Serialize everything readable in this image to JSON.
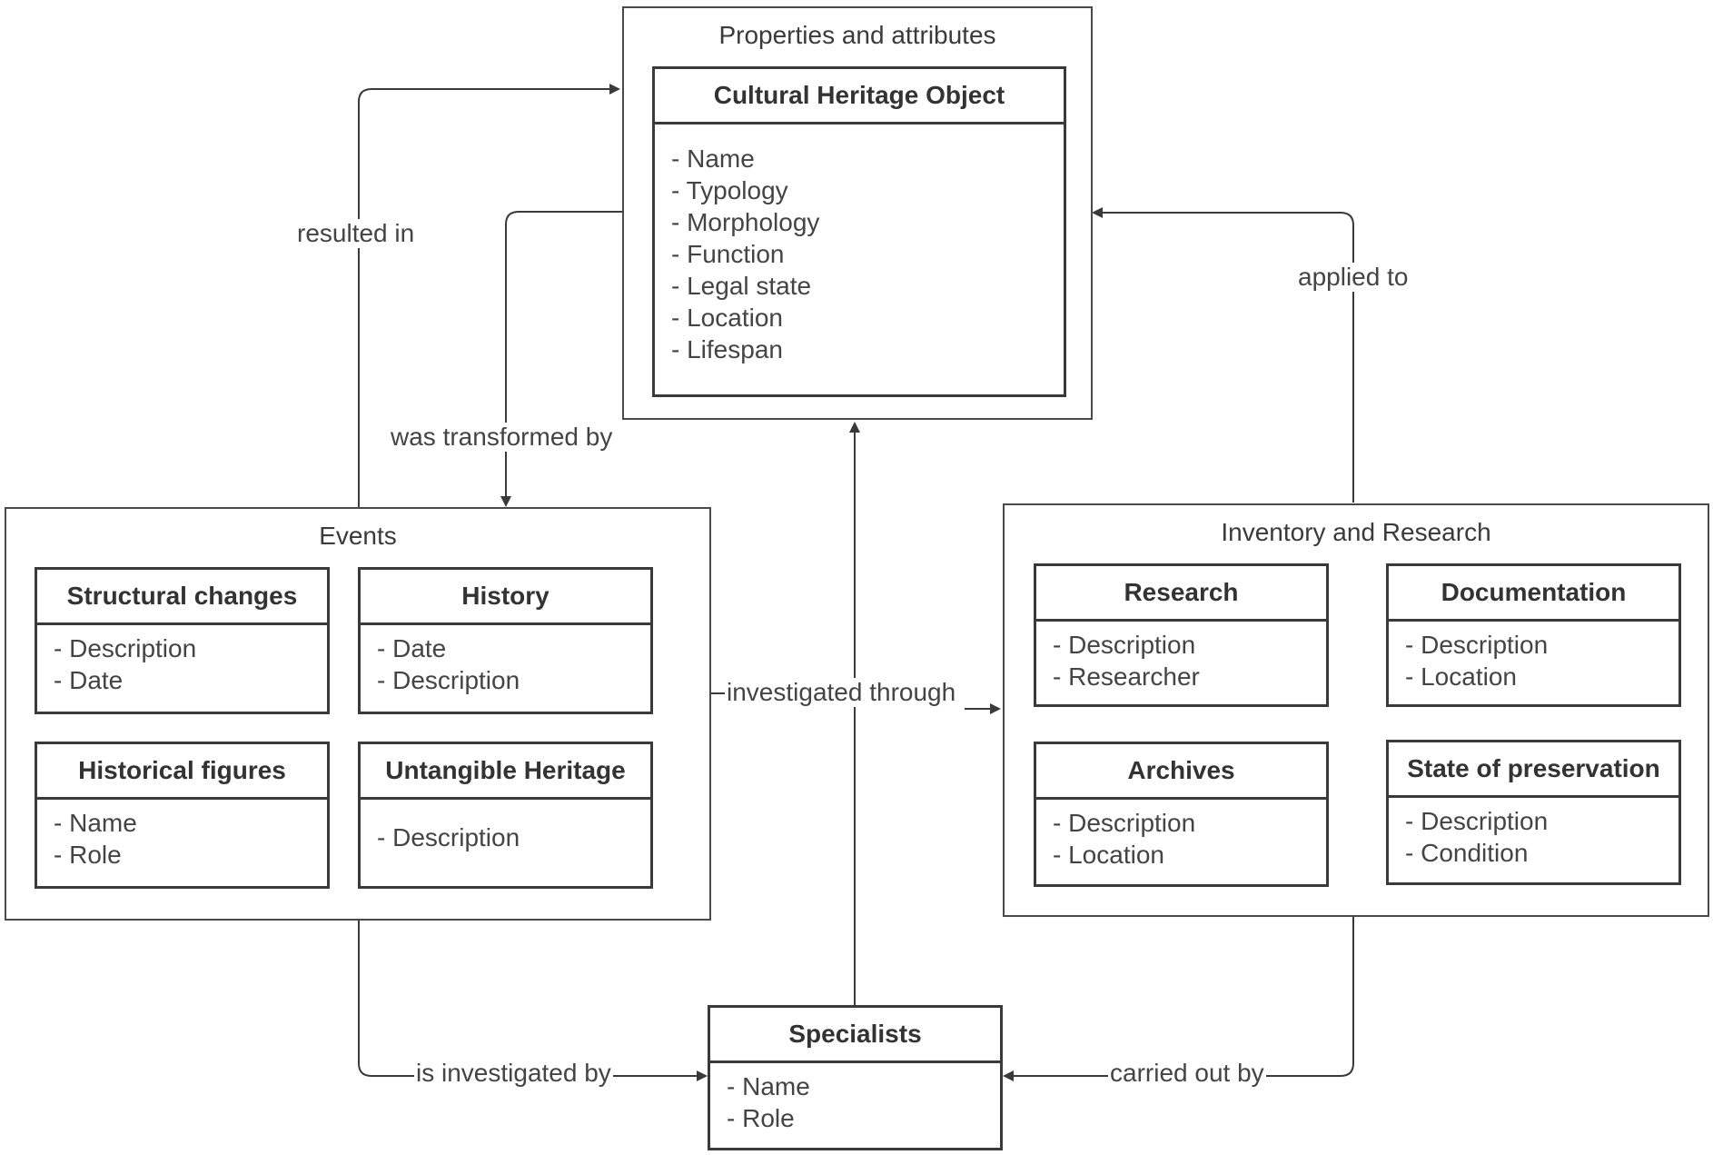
{
  "colors": {
    "stroke": "#3a3a3a",
    "text": "#333333",
    "background": "#ffffff"
  },
  "groups": {
    "properties": {
      "title": "Properties and attributes"
    },
    "events": {
      "title": "Events"
    },
    "inventory": {
      "title": "Inventory and Research"
    }
  },
  "classes": {
    "cultural_heritage_object": {
      "title": "Cultural Heritage Object",
      "attributes": [
        "- Name",
        "- Typology",
        "- Morphology",
        "- Function",
        "- Legal state",
        "- Location",
        "- Lifespan"
      ]
    },
    "structural_changes": {
      "title": "Structural changes",
      "attributes": [
        "- Description",
        "- Date"
      ]
    },
    "history": {
      "title": "History",
      "attributes": [
        "- Date",
        "- Description"
      ]
    },
    "historical_figures": {
      "title": "Historical figures",
      "attributes": [
        "- Name",
        "- Role"
      ]
    },
    "untangible_heritage": {
      "title": "Untangible Heritage",
      "attributes": [
        "- Description"
      ]
    },
    "research": {
      "title": "Research",
      "attributes": [
        "- Description",
        "- Researcher"
      ]
    },
    "documentation": {
      "title": "Documentation",
      "attributes": [
        "- Description",
        "- Location"
      ]
    },
    "archives": {
      "title": "Archives",
      "attributes": [
        "- Description",
        "- Location"
      ]
    },
    "state_of_preservation": {
      "title": "State of preservation",
      "attributes": [
        "- Description",
        "- Condition"
      ]
    },
    "specialists": {
      "title": "Specialists",
      "attributes": [
        "- Name",
        "- Role"
      ]
    }
  },
  "relations": {
    "resulted_in": "resulted in",
    "was_transformed_by": "was transformed by",
    "applied_to": "applied to",
    "investigated_through": "investigated through",
    "is_investigated_by": "is investigated by",
    "carried_out_by": "carried out by"
  }
}
